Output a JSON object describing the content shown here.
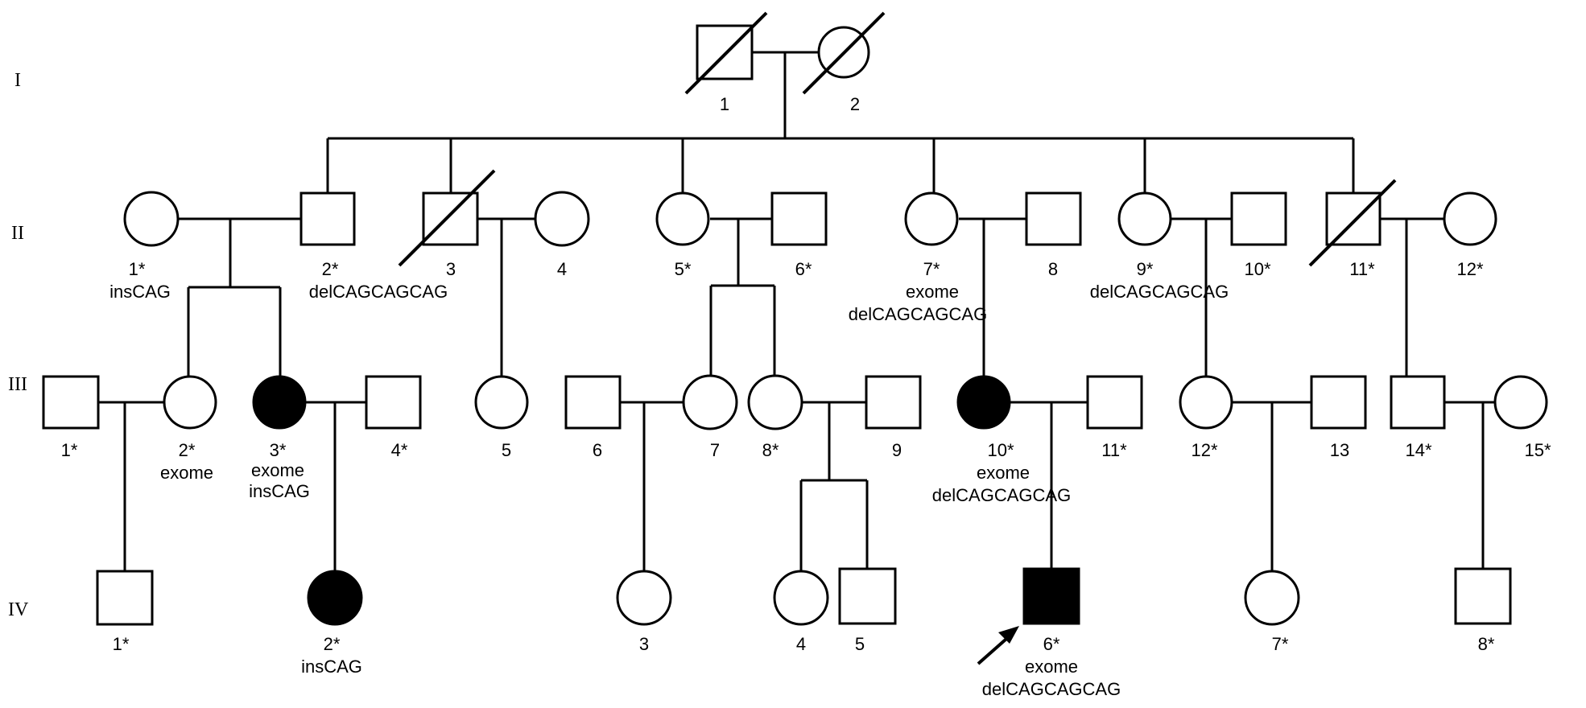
{
  "generation_labels": [
    "I",
    "II",
    "III",
    "IV"
  ],
  "generations": {
    "I": [
      {
        "label": "1",
        "sex": "male",
        "affected": false,
        "deceased": true
      },
      {
        "label": "2",
        "sex": "female",
        "affected": false,
        "deceased": true
      }
    ],
    "II": [
      {
        "label": "1*",
        "sex": "female",
        "affected": false,
        "deceased": false,
        "notes": [
          "insCAG"
        ]
      },
      {
        "label": "2*",
        "sex": "male",
        "affected": false,
        "deceased": false,
        "notes": [
          "delCAGCAGCAG"
        ]
      },
      {
        "label": "3",
        "sex": "male",
        "affected": false,
        "deceased": true
      },
      {
        "label": "4",
        "sex": "female",
        "affected": false,
        "deceased": false
      },
      {
        "label": "5*",
        "sex": "female",
        "affected": false,
        "deceased": false
      },
      {
        "label": "6*",
        "sex": "male",
        "affected": false,
        "deceased": false
      },
      {
        "label": "7*",
        "sex": "female",
        "affected": false,
        "deceased": false,
        "notes": [
          "exome",
          "delCAGCAGCAG"
        ]
      },
      {
        "label": "8",
        "sex": "male",
        "affected": false,
        "deceased": false
      },
      {
        "label": "9*",
        "sex": "female",
        "affected": false,
        "deceased": false,
        "notes": [
          "delCAGCAGCAG"
        ]
      },
      {
        "label": "10*",
        "sex": "male",
        "affected": false,
        "deceased": false
      },
      {
        "label": "11*",
        "sex": "male",
        "affected": false,
        "deceased": true
      },
      {
        "label": "12*",
        "sex": "female",
        "affected": false,
        "deceased": false
      }
    ],
    "III": [
      {
        "label": "1*",
        "sex": "male",
        "affected": false,
        "deceased": false
      },
      {
        "label": "2*",
        "sex": "female",
        "affected": false,
        "deceased": false,
        "notes": [
          "exome"
        ]
      },
      {
        "label": "3*",
        "sex": "female",
        "affected": true,
        "deceased": false,
        "notes": [
          "exome",
          "insCAG"
        ]
      },
      {
        "label": "4*",
        "sex": "male",
        "affected": false,
        "deceased": false
      },
      {
        "label": "5",
        "sex": "female",
        "affected": false,
        "deceased": false
      },
      {
        "label": "6",
        "sex": "male",
        "affected": false,
        "deceased": false
      },
      {
        "label": "7",
        "sex": "female",
        "affected": false,
        "deceased": false
      },
      {
        "label": "8*",
        "sex": "female",
        "affected": false,
        "deceased": false
      },
      {
        "label": "9",
        "sex": "male",
        "affected": false,
        "deceased": false
      },
      {
        "label": "10*",
        "sex": "female",
        "affected": true,
        "deceased": false,
        "notes": [
          "exome",
          "delCAGCAGCAG"
        ]
      },
      {
        "label": "11*",
        "sex": "male",
        "affected": false,
        "deceased": false
      },
      {
        "label": "12*",
        "sex": "female",
        "affected": false,
        "deceased": false
      },
      {
        "label": "13",
        "sex": "male",
        "affected": false,
        "deceased": false
      },
      {
        "label": "14*",
        "sex": "male",
        "affected": false,
        "deceased": false
      },
      {
        "label": "15*",
        "sex": "female",
        "affected": false,
        "deceased": false
      }
    ],
    "IV": [
      {
        "label": "1*",
        "sex": "male",
        "affected": false,
        "deceased": false
      },
      {
        "label": "2*",
        "sex": "female",
        "affected": true,
        "deceased": false,
        "notes": [
          "insCAG"
        ]
      },
      {
        "label": "3",
        "sex": "female",
        "affected": false,
        "deceased": false
      },
      {
        "label": "4",
        "sex": "female",
        "affected": false,
        "deceased": false
      },
      {
        "label": "5",
        "sex": "male",
        "affected": false,
        "deceased": false
      },
      {
        "label": "6*",
        "sex": "male",
        "affected": true,
        "deceased": false,
        "proband": true,
        "notes": [
          "exome",
          "delCAGCAGCAG"
        ]
      },
      {
        "label": "7*",
        "sex": "female",
        "affected": false,
        "deceased": false
      },
      {
        "label": "8*",
        "sex": "male",
        "affected": false,
        "deceased": false
      }
    ]
  }
}
